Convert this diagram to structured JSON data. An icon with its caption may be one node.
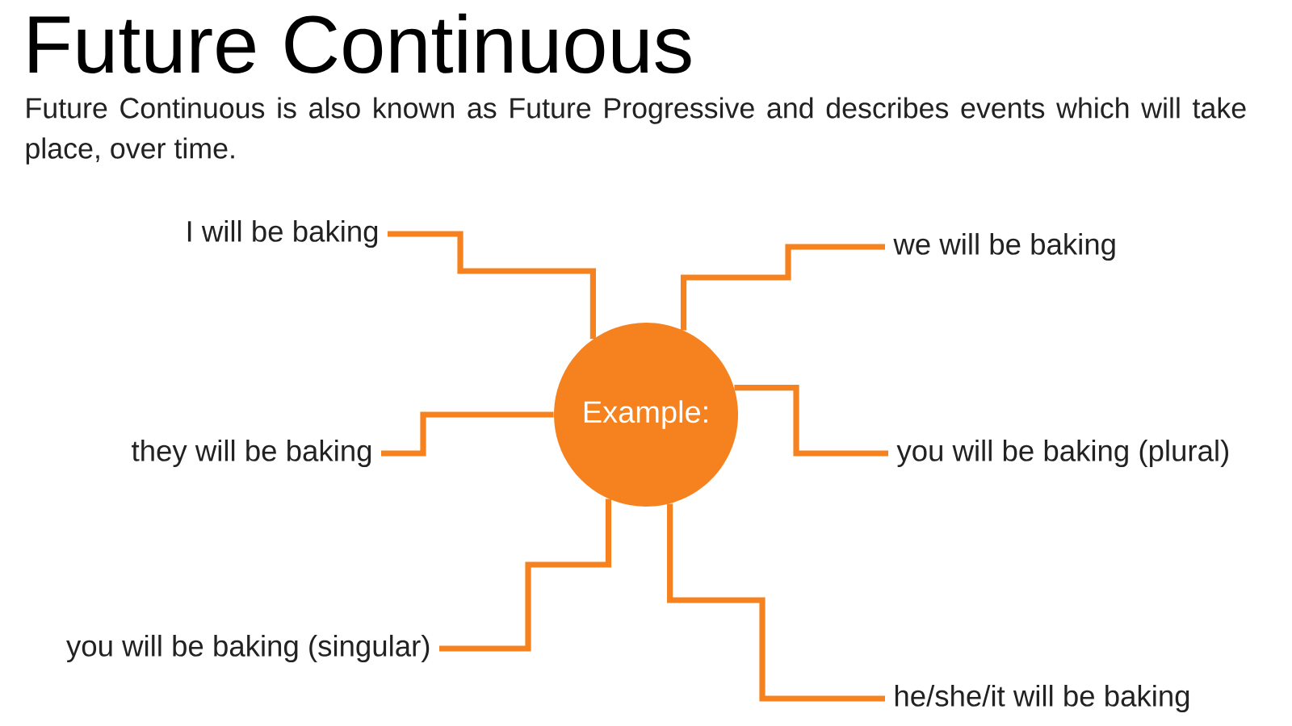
{
  "diagram": {
    "title": "Future Continuous",
    "nodes": [
      {
        "text": [
          "Example:"
        ]
      },
      {
        "text": [
          "I will be baking"
        ]
      },
      {
        "text": [
          "we will be baking"
        ]
      },
      {
        "text": [
          "they will be baking"
        ]
      },
      {
        "text": [
          "you will be baking (plural)"
        ]
      },
      {
        "text": [
          "you will be baking (singular)"
        ]
      },
      {
        "text": [
          "he/she/it will be baking"
        ]
      }
    ],
    "edges": [
      {
        "from": 0,
        "to": 1,
        "arrow": "none"
      },
      {
        "from": 0,
        "to": 2,
        "arrow": "none"
      },
      {
        "from": 0,
        "to": 3,
        "arrow": "none"
      },
      {
        "from": 0,
        "to": 4,
        "arrow": "none"
      },
      {
        "from": 0,
        "to": 5,
        "arrow": "none"
      },
      {
        "from": 0,
        "to": 6,
        "arrow": "none"
      }
    ],
    "labels": [
      "Future Continuous is also known as Future Progressive and describes events which will take place, over time."
    ]
  }
}
